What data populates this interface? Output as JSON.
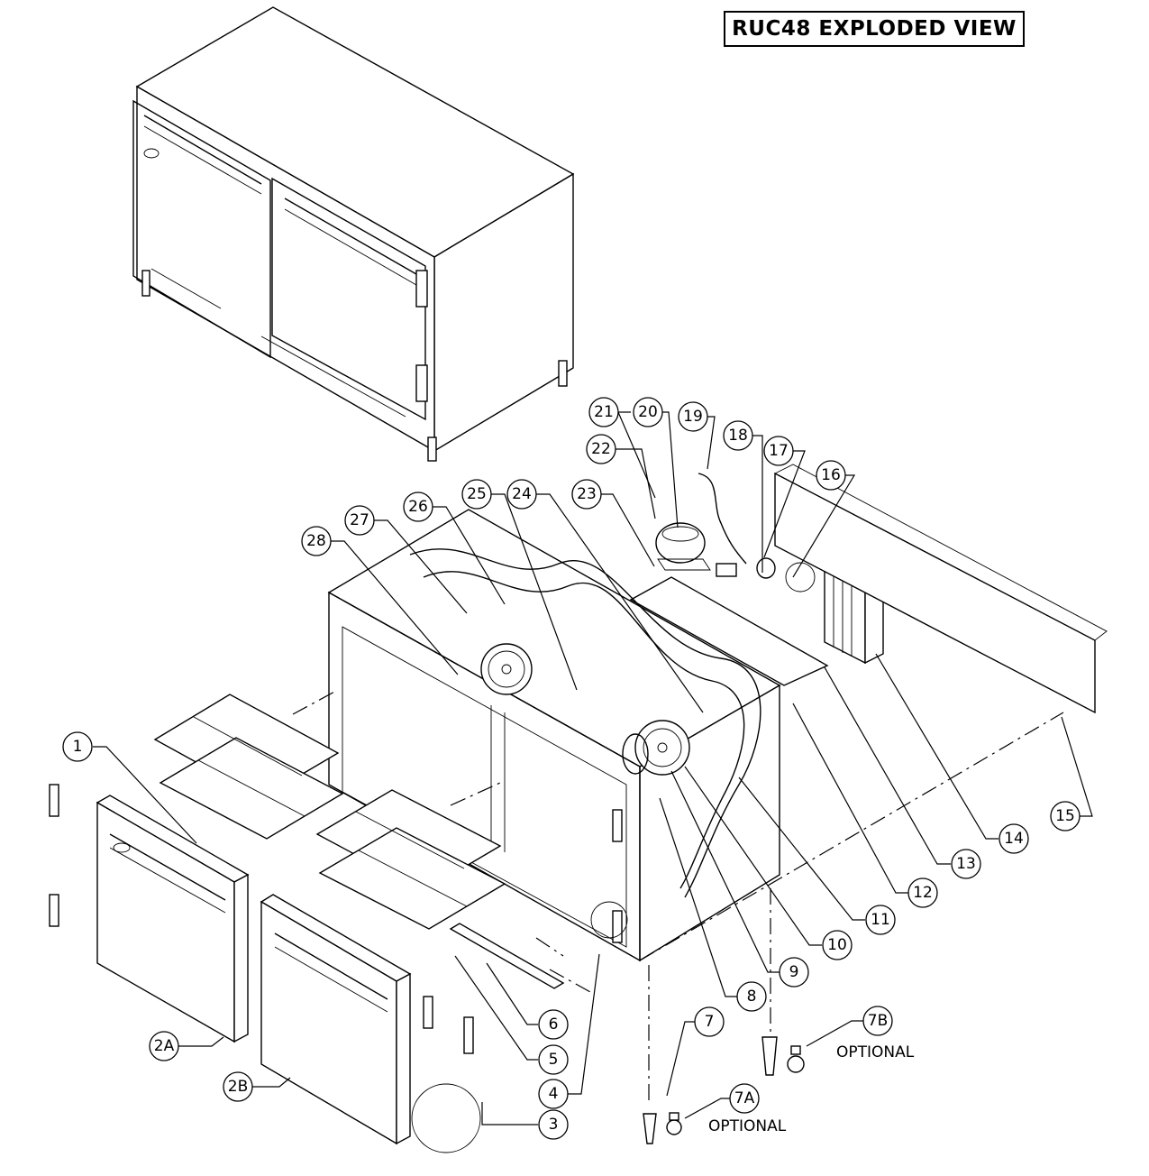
{
  "title": "RUC48 EXPLODED VIEW",
  "optional_label": "OPTIONAL",
  "callouts": [
    "1",
    "2A",
    "2B",
    "3",
    "4",
    "5",
    "6",
    "7",
    "7A",
    "7B",
    "8",
    "9",
    "10",
    "11",
    "12",
    "13",
    "14",
    "15",
    "16",
    "17",
    "18",
    "19",
    "20",
    "21",
    "22",
    "23",
    "24",
    "25",
    "26",
    "27",
    "28"
  ]
}
